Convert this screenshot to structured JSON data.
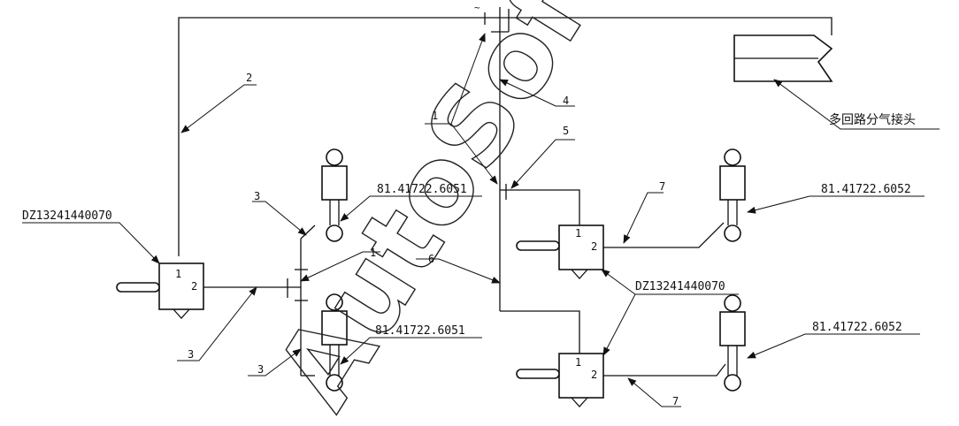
{
  "labels": {
    "coupling": "多回路分气接头",
    "part_main": "DZ13241440070",
    "part_rear": "DZ13241440070",
    "part_6051_top": "81.41722.6051",
    "part_6051_bottom": "81.41722.6051",
    "part_6052_top": "81.41722.6052",
    "part_6052_bottom": "81.41722.6052",
    "n1_top": "1",
    "n1_mid": "1",
    "n2": "2",
    "n3_left": "3",
    "n3_bottom": "3",
    "n3_lower": "3",
    "n4": "4",
    "n5": "5",
    "n6": "6",
    "n7_top": "7",
    "n7_bottom": "7",
    "port1_main": "1",
    "port2_main": "2",
    "port1_upper": "1",
    "port2_upper": "2",
    "port1_lower": "1",
    "port2_lower": "2",
    "top_mark": "~"
  },
  "watermark": "AutoSoft",
  "colors": {
    "line": "#111111",
    "background": "#ffffff"
  }
}
